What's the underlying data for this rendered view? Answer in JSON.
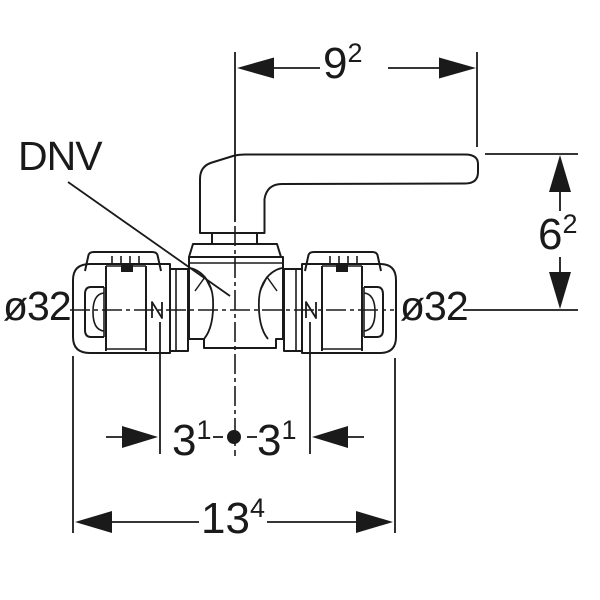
{
  "drawing": {
    "labels": {
      "dnv": "DNV",
      "diameter_left": "ø32",
      "diameter_right": "ø32"
    },
    "dims": {
      "handle_length": {
        "value": "9",
        "sup": "2"
      },
      "height": {
        "value": "6",
        "sup": "2"
      },
      "offset_left": {
        "value": "3",
        "sup": "1"
      },
      "offset_right": {
        "value": "3",
        "sup": "1"
      },
      "total_width": {
        "value": "13",
        "sup": "4"
      }
    },
    "colors": {
      "line": "#1a1a1a",
      "background": "#ffffff"
    }
  }
}
